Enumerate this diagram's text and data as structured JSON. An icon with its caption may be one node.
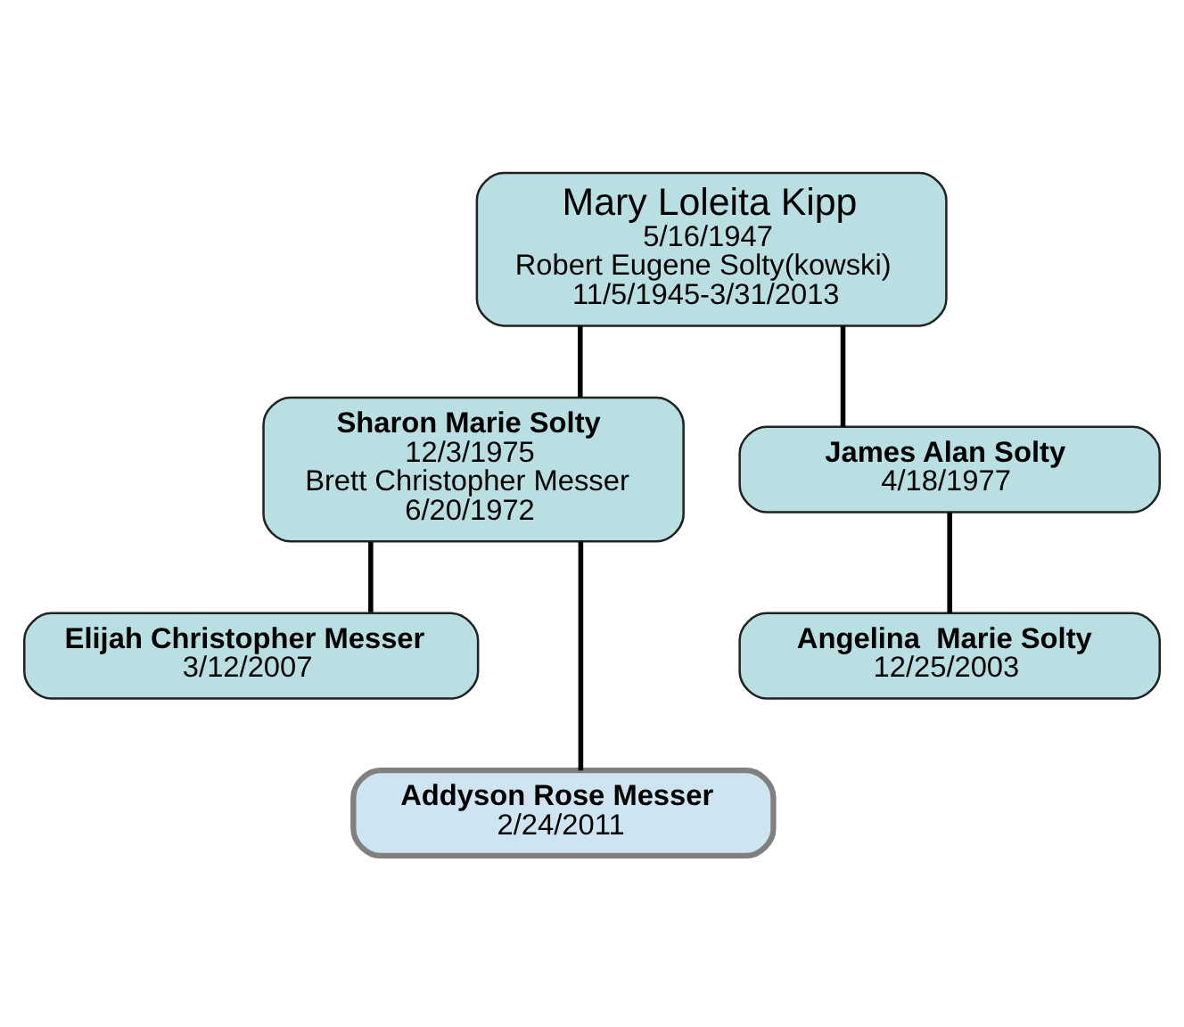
{
  "diagram": {
    "nodes": [
      {
        "text": [
          "Mary Loleita Kipp",
          "5/16/1947",
          "Robert Eugene Solty(kowski)",
          "11/5/1945-3/31/2013"
        ]
      },
      {
        "text": [
          "Sharon Marie Solty",
          "12/3/1975",
          "Brett Christopher Messer",
          "6/20/1972"
        ]
      },
      {
        "text": [
          "James Alan Solty",
          "4/18/1977"
        ]
      },
      {
        "text": [
          "Elijah Christopher Messer",
          "3/12/2007"
        ]
      },
      {
        "text": [
          "Addyson Rose Messer",
          "2/24/2011"
        ]
      },
      {
        "text": [
          "Angelina  Marie Solty",
          "12/25/2003"
        ]
      }
    ],
    "edges": [
      {
        "from": 0,
        "to": 1,
        "arrow": "none"
      },
      {
        "from": 0,
        "to": 2,
        "arrow": "none"
      },
      {
        "from": 1,
        "to": 3,
        "arrow": "none"
      },
      {
        "from": 1,
        "to": 4,
        "arrow": "none"
      },
      {
        "from": 2,
        "to": 5,
        "arrow": "none"
      }
    ]
  }
}
